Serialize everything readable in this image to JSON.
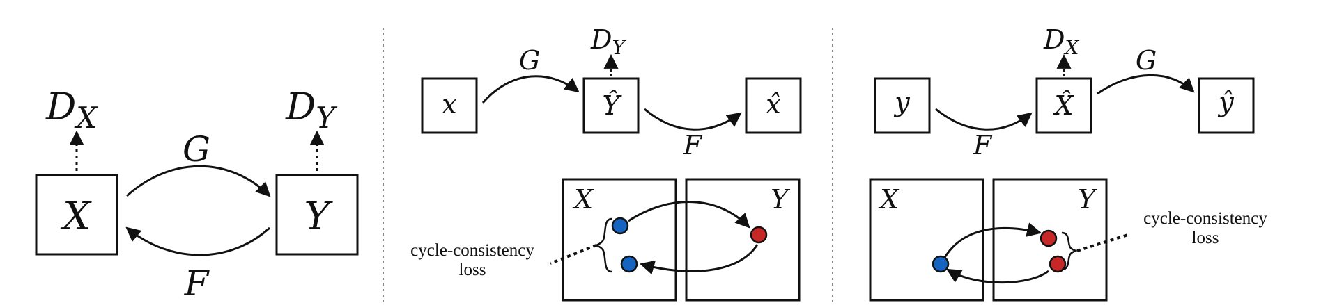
{
  "panel_left": {
    "domain_x": "X",
    "domain_y": "Y",
    "mapping_g": "G",
    "mapping_f": "F",
    "disc_x_base": "D",
    "disc_x_sub": "X",
    "disc_y_base": "D",
    "disc_y_sub": "Y"
  },
  "panel_middle": {
    "input": "x",
    "translated": "Ŷ",
    "reconstructed": "x̂",
    "mapping_g": "G",
    "mapping_f": "F",
    "disc_base": "D",
    "disc_sub": "Y",
    "space_x": "X",
    "space_y": "Y",
    "loss_line1": "cycle-consistency",
    "loss_line2": "loss"
  },
  "panel_right": {
    "input": "y",
    "translated": "X̂",
    "reconstructed": "ŷ",
    "mapping_g": "G",
    "mapping_f": "F",
    "disc_base": "D",
    "disc_sub": "X",
    "space_x": "X",
    "space_y": "Y",
    "loss_line1": "cycle-consistency",
    "loss_line2": "loss"
  },
  "colors": {
    "blue_point": "#1565c0",
    "red_point": "#c62828",
    "stroke": "#111111"
  }
}
